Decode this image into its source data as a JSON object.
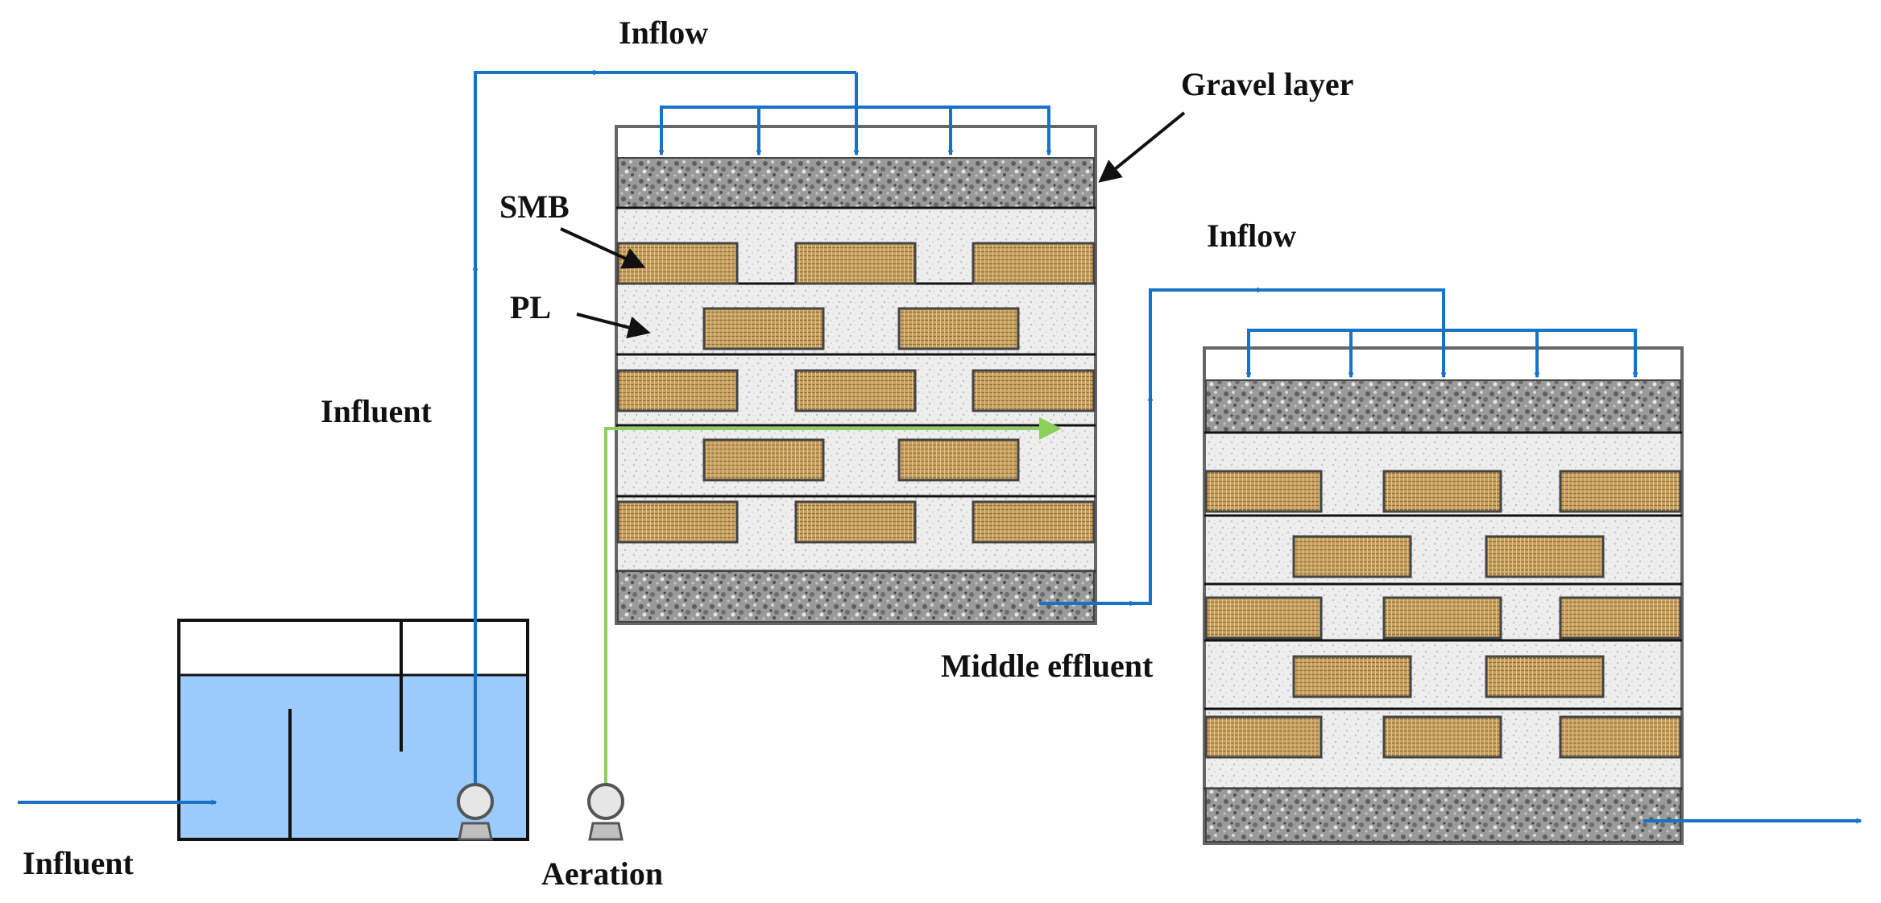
{
  "labels": {
    "inflow_top": "Inflow",
    "gravel_layer": "Gravel layer",
    "smb": "SMB",
    "pl": "PL",
    "influent_riser": "Influent",
    "inflow_right": "Inflow",
    "middle_effluent": "Middle effluent",
    "influent_tank": "Influent",
    "aeration": "Aeration"
  },
  "colors": {
    "water_line": "#1873c6",
    "air_line": "#8bd05a",
    "tank_water": "#9ccafa",
    "gravel": "#8a8a8a",
    "sand": "#ececec",
    "smb_brick": "#c9a261",
    "frame": "#555555",
    "pump": "#d9d9d9"
  },
  "icons": {
    "pump_left": "pump-icon",
    "pump_aeration": "pump-icon",
    "smb_block": "woven-bag-block",
    "gravel_texture": "gravel-texture"
  }
}
